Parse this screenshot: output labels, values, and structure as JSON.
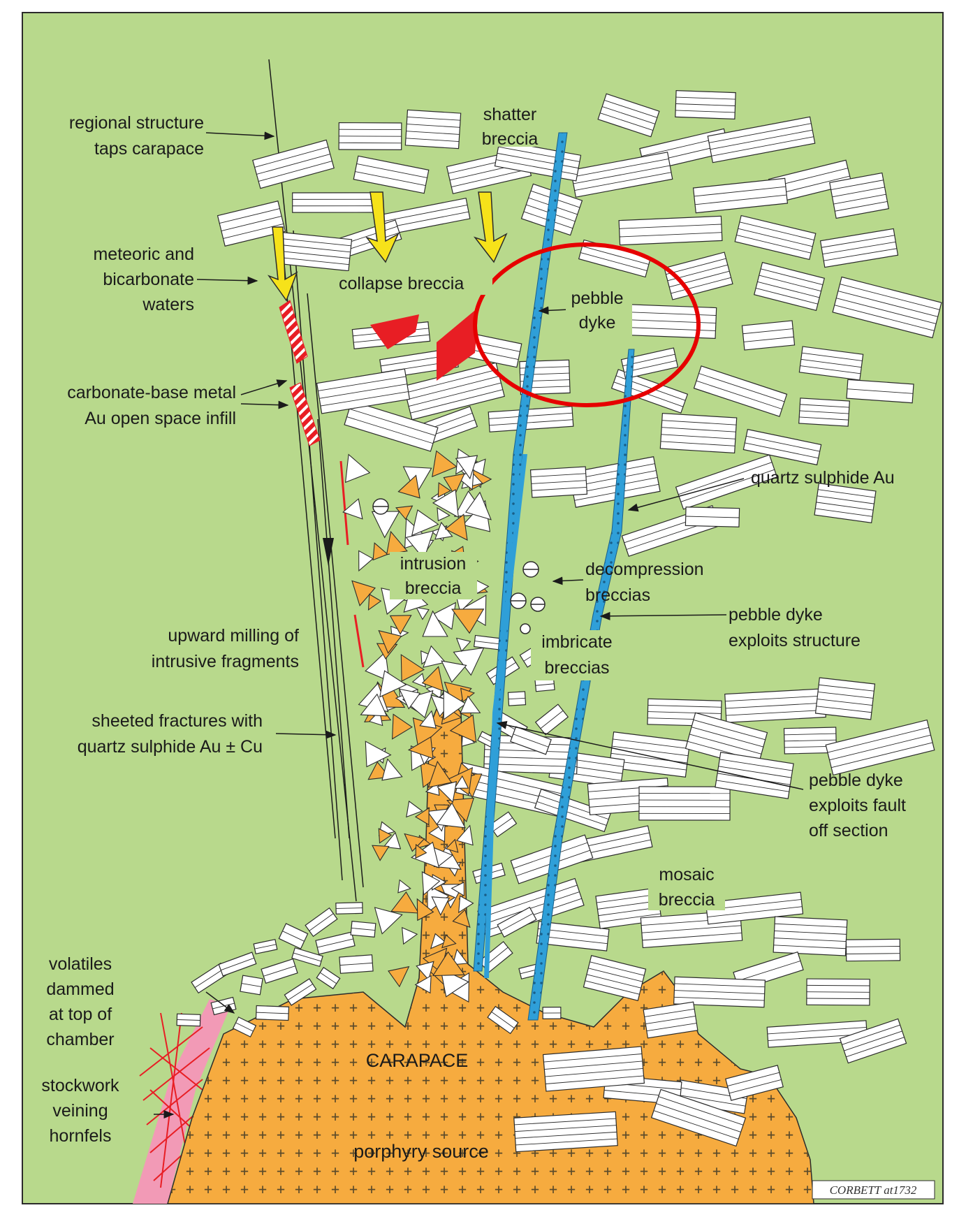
{
  "colors": {
    "background": "#b8d98c",
    "border": "#2b2b2b",
    "magma": "#f6ab3f",
    "blue_dyke": "#2f9fd8",
    "red": "#e81e24",
    "yellow": "#f6e21a",
    "hornfels": "#f29ab6",
    "annotation": "#e60000"
  },
  "labels": {
    "regional_1": "regional structure",
    "regional_2": "taps carapace",
    "meteoric_1": "meteoric and",
    "meteoric_2": "bicarbonate",
    "meteoric_3": "waters",
    "carbonate_1": "carbonate-base metal",
    "carbonate_2": "Au open space infill",
    "milling_1": "upward milling of",
    "milling_2": "intrusive fragments",
    "sheeted_1": "sheeted fractures with",
    "sheeted_2": "quartz sulphide Au ± Cu",
    "volatiles_1": "volatiles",
    "volatiles_2": "dammed",
    "volatiles_3": "at top of",
    "volatiles_4": "chamber",
    "stockwork_1": "stockwork",
    "stockwork_2": "veining",
    "stockwork_3": "hornfels",
    "shatter_1": "shatter",
    "shatter_2": "breccia",
    "collapse": "collapse breccia",
    "pebble_1": "pebble",
    "pebble_2": "dyke",
    "quartz_sulphide": "quartz sulphide Au",
    "intrusion_1": "intrusion",
    "intrusion_2": "breccia",
    "decompression_1": "decompression",
    "decompression_2": "breccias",
    "imbricate_1": "imbricate",
    "imbricate_2": "breccias",
    "pebble_struct_1": "pebble dyke",
    "pebble_struct_2": "exploits structure",
    "pebble_fault_1": "pebble dyke",
    "pebble_fault_2": "exploits fault",
    "pebble_fault_3": "off section",
    "mosaic_1": "mosaic",
    "mosaic_2": "breccia",
    "carapace": "CARAPACE",
    "porphyry": "porphyry source",
    "credit": "CORBETT   at1732"
  }
}
